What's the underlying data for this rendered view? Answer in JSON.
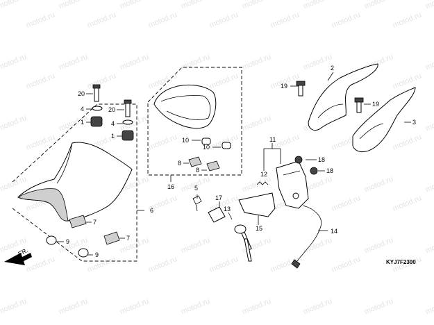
{
  "diagram": {
    "watermark": "motod.ru",
    "code": "KYJ7F2300",
    "front_label": "FR.",
    "refs": {
      "r1": "1",
      "r1b": "1",
      "r2": "2",
      "r3": "3",
      "r4": "4",
      "r4b": "4",
      "r5": "5",
      "r6": "6",
      "r7": "7",
      "r7b": "7",
      "r8": "8",
      "r8b": "8",
      "r9": "9",
      "r9b": "9",
      "r10": "10",
      "r10b": "10",
      "r11": "11",
      "r12": "12",
      "r13": "13",
      "r14": "14",
      "r15": "15",
      "r16": "16",
      "r17": "17",
      "r18": "18",
      "r18b": "18",
      "r19": "19",
      "r19b": "19",
      "r20": "20",
      "r20b": "20"
    }
  }
}
